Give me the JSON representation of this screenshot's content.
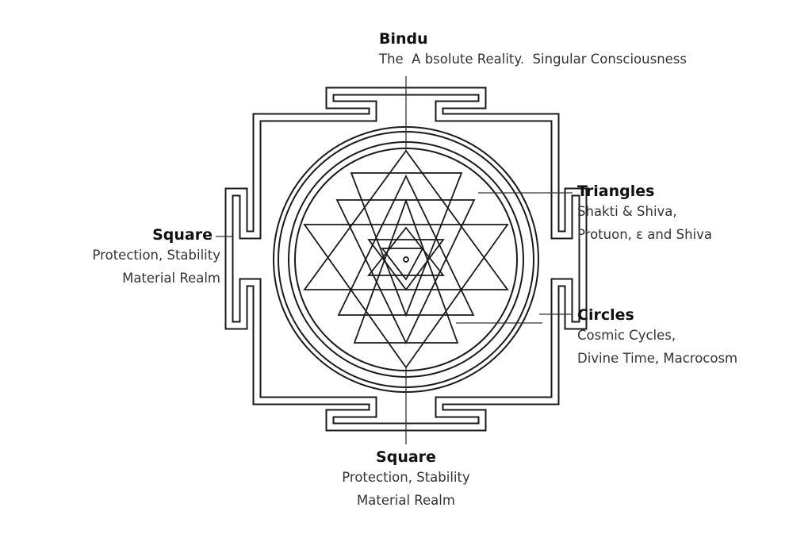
{
  "bindu": {
    "title": "Bindu",
    "desc": "The  A bsolute Reality.  Singular Consciousness"
  },
  "triangles": {
    "title": "Triangles",
    "lines": [
      "Shakti & Shiva,",
      "Protuon, ε and Shiva"
    ]
  },
  "circles": {
    "title": "Circles",
    "lines": [
      "Cosmic Cycles,",
      "Divine Time, Macrocosm"
    ]
  },
  "square_left": {
    "title": "Square",
    "lines": [
      "Protection, Stability",
      "Material Realm"
    ]
  },
  "square_bottom": {
    "title": "Square",
    "lines": [
      "Protection, Stability",
      "Material Realm"
    ]
  },
  "colors": {
    "line": "#1a1a1a",
    "background": "#ffffff"
  }
}
